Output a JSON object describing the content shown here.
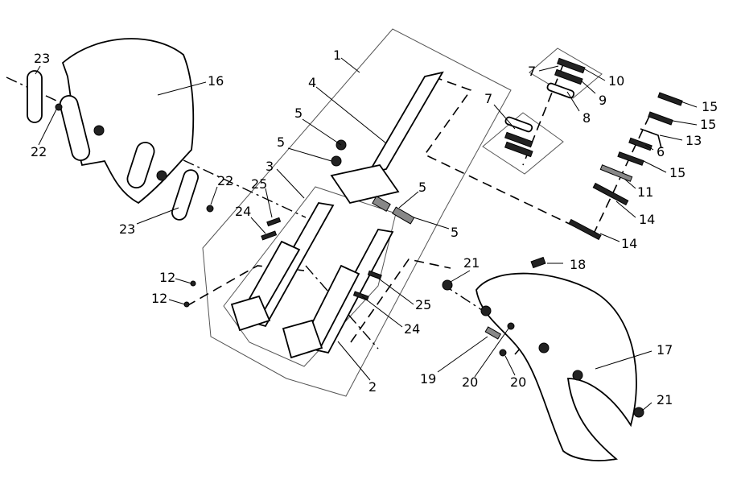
{
  "callouts": [
    {
      "text": "1"
    },
    {
      "text": "2"
    },
    {
      "text": "3"
    },
    {
      "text": "4"
    },
    {
      "text": "5"
    },
    {
      "text": "5"
    },
    {
      "text": "5"
    },
    {
      "text": "5"
    },
    {
      "text": "6"
    },
    {
      "text": "7"
    },
    {
      "text": "7"
    },
    {
      "text": "8"
    },
    {
      "text": "9"
    },
    {
      "text": "10"
    },
    {
      "text": "11"
    },
    {
      "text": "12"
    },
    {
      "text": "12"
    },
    {
      "text": "13"
    },
    {
      "text": "14"
    },
    {
      "text": "14"
    },
    {
      "text": "15"
    },
    {
      "text": "15"
    },
    {
      "text": "15"
    },
    {
      "text": "16"
    },
    {
      "text": "17"
    },
    {
      "text": "18"
    },
    {
      "text": "19"
    },
    {
      "text": "20"
    },
    {
      "text": "20"
    },
    {
      "text": "21"
    },
    {
      "text": "21"
    },
    {
      "text": "22"
    },
    {
      "text": "22"
    },
    {
      "text": "23"
    },
    {
      "text": "23"
    },
    {
      "text": "24"
    },
    {
      "text": "24"
    },
    {
      "text": "25"
    },
    {
      "text": "25"
    }
  ]
}
